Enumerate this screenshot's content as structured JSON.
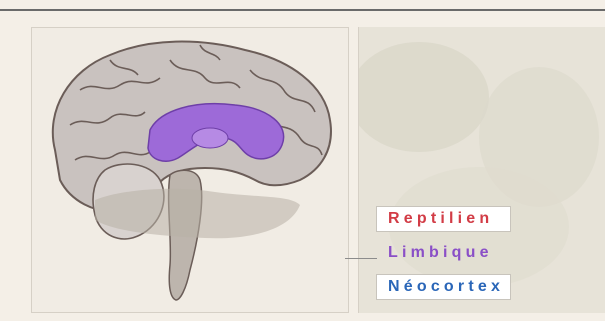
{
  "legend": {
    "items": [
      {
        "label": "Reptilien",
        "color": "#d23c46",
        "boxed": true
      },
      {
        "label": "Limbique",
        "color": "#8a4fc7",
        "boxed": false
      },
      {
        "label": "Néocortex",
        "color": "#2a66b8",
        "boxed": true
      }
    ]
  },
  "colors": {
    "cortex": "#c9c2bf",
    "cortex_outline": "#6b5d58",
    "limbic": "#9d6ad8",
    "brainstem": "#bdb5ad",
    "background_panel": "#e7e3d8"
  }
}
